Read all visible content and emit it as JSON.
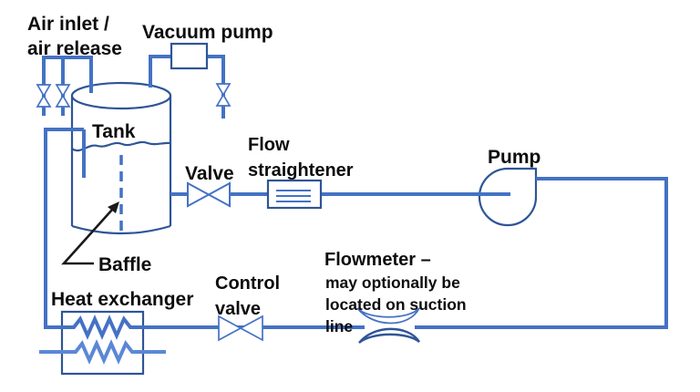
{
  "diagram": {
    "labels": {
      "air_inlet_line1": "Air inlet /",
      "air_inlet_line2": "air release",
      "vacuum_pump": "Vacuum pump",
      "tank": "Tank",
      "valve": "Valve",
      "flow_straightener_line1": "Flow",
      "flow_straightener_line2": "straightener",
      "pump": "Pump",
      "flowmeter_line1": "Flowmeter –",
      "flowmeter_line2": "may optionally be",
      "flowmeter_line3": "located on suction",
      "flowmeter_line4": "line",
      "control_valve_line1": "Control",
      "control_valve_line2": "valve",
      "heat_exchanger": "Heat exchanger",
      "baffle": "Baffle"
    },
    "colors": {
      "pipe_primary": "#4472C4",
      "pipe_secondary": "#5B87D6",
      "equipment_outline": "#2F5597",
      "text": "#0D0D0D",
      "background": "#FFFFFF"
    }
  }
}
